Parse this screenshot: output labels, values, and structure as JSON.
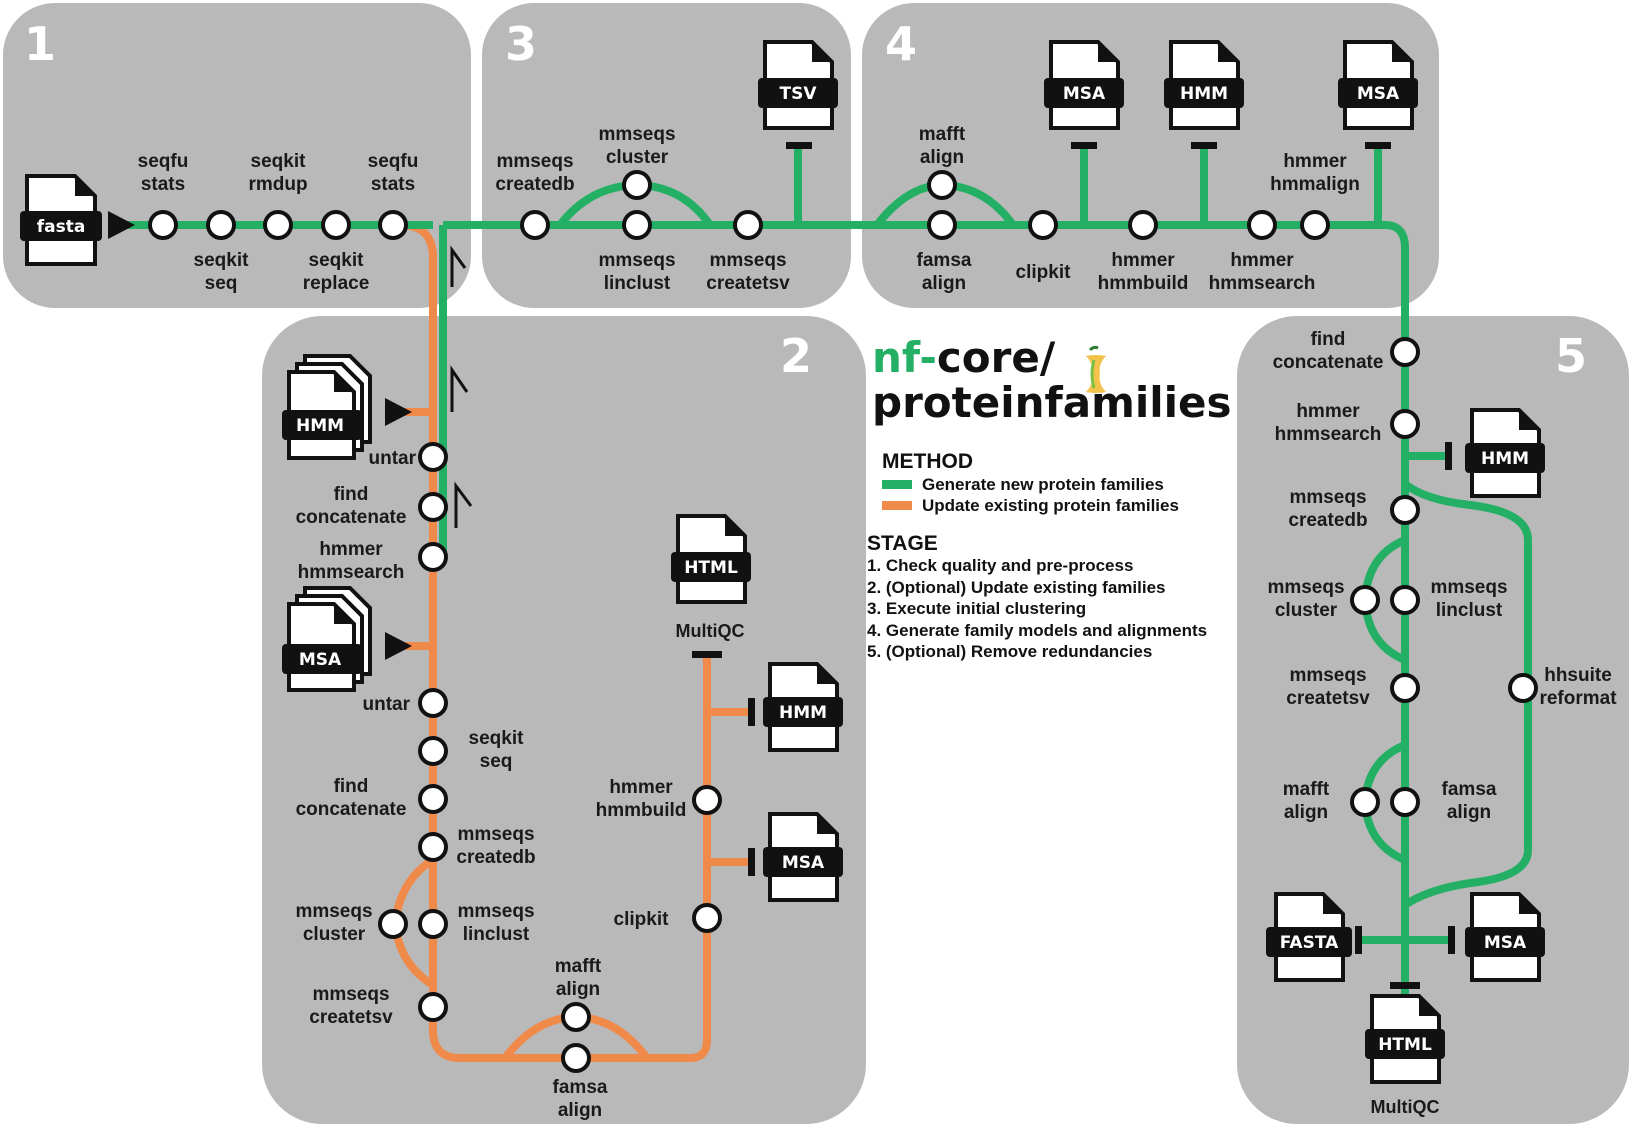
{
  "logo": {
    "line1_nf": "nf",
    "line1_dash": "-",
    "line1_core": "core/",
    "line2": "proteinfamilies"
  },
  "legend": {
    "method_title": "METHOD",
    "methods": [
      {
        "label": "Generate new protein families",
        "color": "#24b064"
      },
      {
        "label": "Update existing protein families",
        "color": "#f08a4b"
      }
    ],
    "stage_title": "STAGE",
    "stages": [
      "1. Check quality and pre-process",
      "2. (Optional) Update existing families",
      "3. Execute initial clustering",
      "4. Generate family models and alignments",
      "5. (Optional) Remove redundancies"
    ]
  },
  "panels": {
    "p1": "1",
    "p2": "2",
    "p3": "3",
    "p4": "4",
    "p5": "5"
  },
  "files": {
    "fasta_input": "fasta",
    "tsv": "TSV",
    "msa_a": "MSA",
    "hmm_a": "HMM",
    "msa_b": "MSA",
    "hmm_in": "HMM",
    "msa_in": "MSA",
    "html_2": "HTML",
    "multiqc_2": "MultiQC",
    "hmm_2": "HMM",
    "msa_2": "MSA",
    "hmm_5": "HMM",
    "fasta_5": "FASTA",
    "msa_5": "MSA",
    "html_5": "HTML",
    "multiqc_5": "MultiQC"
  },
  "labels": {
    "s1_seqfu_stats_a": [
      "seqfu",
      "stats"
    ],
    "s1_seqkit_seq": [
      "seqkit",
      "seq"
    ],
    "s1_seqkit_rmdup": [
      "seqkit",
      "rmdup"
    ],
    "s1_seqkit_replace": [
      "seqkit",
      "replace"
    ],
    "s1_seqfu_stats_b": [
      "seqfu",
      "stats"
    ],
    "s3_createdb": [
      "mmseqs",
      "createdb"
    ],
    "s3_cluster": [
      "mmseqs",
      "cluster"
    ],
    "s3_linclust": [
      "mmseqs",
      "linclust"
    ],
    "s3_createtsv": [
      "mmseqs",
      "createtsv"
    ],
    "s4_mafft": [
      "mafft",
      "align"
    ],
    "s4_famsa": [
      "famsa",
      "align"
    ],
    "s4_clipkit": [
      "clipkit"
    ],
    "s4_hmmbuild": [
      "hmmer",
      "hmmbuild"
    ],
    "s4_hmmsearch": [
      "hmmer",
      "hmmsearch"
    ],
    "s4_hmmalign": [
      "hmmer",
      "hmmalign"
    ],
    "s2_untar_a": [
      "untar"
    ],
    "s2_find_concat_a": [
      "find",
      "concatenate"
    ],
    "s2_hmmsearch": [
      "hmmer",
      "hmmsearch"
    ],
    "s2_untar_b": [
      "untar"
    ],
    "s2_seqkit_seq": [
      "seqkit",
      "seq"
    ],
    "s2_find_concat_b": [
      "find",
      "concatenate"
    ],
    "s2_createdb": [
      "mmseqs",
      "createdb"
    ],
    "s2_cluster": [
      "mmseqs",
      "cluster"
    ],
    "s2_linclust": [
      "mmseqs",
      "linclust"
    ],
    "s2_createtsv": [
      "mmseqs",
      "createtsv"
    ],
    "s2_mafft": [
      "mafft",
      "align"
    ],
    "s2_famsa": [
      "famsa",
      "align"
    ],
    "s2_clipkit": [
      "clipkit"
    ],
    "s2_hmmbuild": [
      "hmmer",
      "hmmbuild"
    ],
    "s5_find_concat": [
      "find",
      "concatenate"
    ],
    "s5_hmmsearch": [
      "hmmer",
      "hmmsearch"
    ],
    "s5_createdb": [
      "mmseqs",
      "createdb"
    ],
    "s5_cluster": [
      "mmseqs",
      "cluster"
    ],
    "s5_linclust": [
      "mmseqs",
      "linclust"
    ],
    "s5_createtsv": [
      "mmseqs",
      "createtsv"
    ],
    "s5_mafft": [
      "mafft",
      "align"
    ],
    "s5_famsa": [
      "famsa",
      "align"
    ],
    "s5_hhsuite": [
      "hhsuite",
      "reformat"
    ]
  }
}
